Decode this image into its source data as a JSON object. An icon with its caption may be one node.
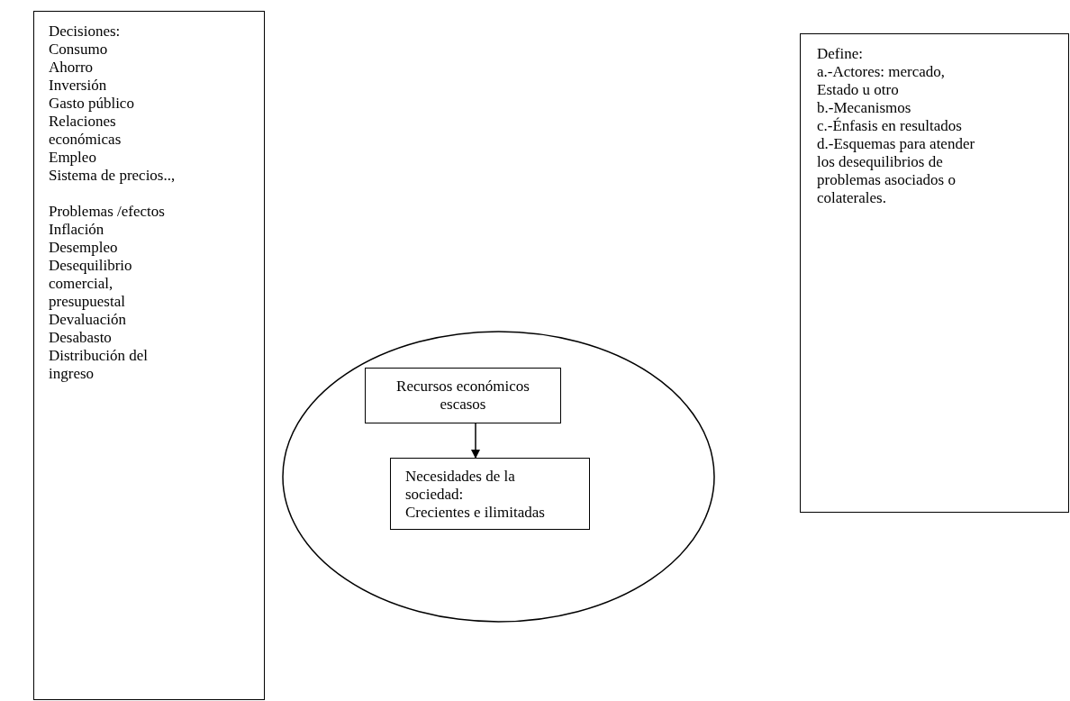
{
  "diagram": {
    "nodes": [
      {
        "text": [
          "Decisiones:",
          "Consumo",
          "Ahorro",
          "Inversión",
          "Gasto público",
          "Relaciones económicas",
          "Empleo",
          "Sistema de precios..,",
          "Problemas /efectos",
          "Inflación",
          "Desempleo",
          "Desequilibrio comercial, presupuestal",
          "Devaluación",
          "Desabasto",
          "Distribución del ingreso"
        ]
      },
      {
        "text": [],
        "shape": "circle"
      },
      {
        "text": [
          "Recursos económicos escasos"
        ],
        "in": 1
      },
      {
        "text": [
          "Necesidades de la sociedad:",
          "Crecientes e ilimitadas"
        ],
        "in": 1
      },
      {
        "text": [
          "Define:",
          "a.-Actores: mercado, Estado u otro",
          "b.-Mecanismos",
          "c.-Énfasis en resultados",
          "d.-Esquemas para atender los desequilibrios de problemas asociados o colaterales."
        ]
      }
    ],
    "edges": [
      {
        "from": 2,
        "to": 3,
        "arrow": "to"
      }
    ]
  }
}
